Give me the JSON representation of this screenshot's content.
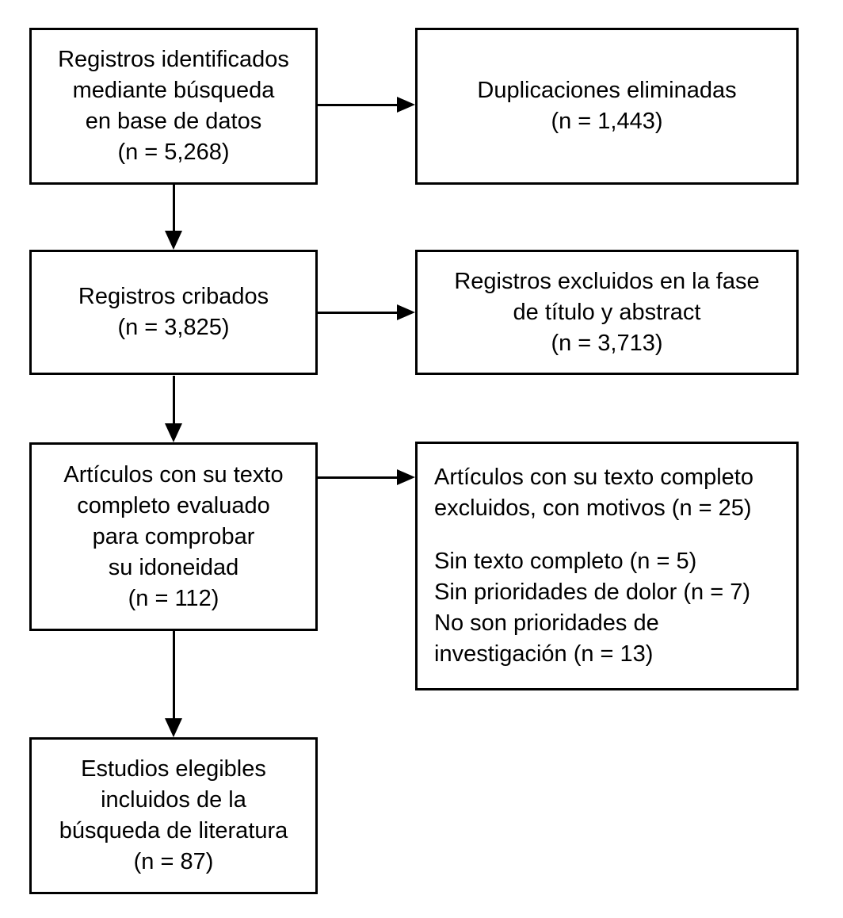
{
  "flow": {
    "boxes": {
      "identified": {
        "lines": [
          "Registros identificados",
          "mediante búsqueda",
          "en base de datos",
          "(n = 5,268)"
        ]
      },
      "duplicates_removed": {
        "lines": [
          "Duplicaciones eliminadas",
          "(n = 1,443)"
        ]
      },
      "screened": {
        "lines": [
          "Registros cribados",
          "(n = 3,825)"
        ]
      },
      "excluded_title_abstract": {
        "lines": [
          "Registros excluidos en la fase",
          "de título y abstract",
          "(n = 3,713)"
        ]
      },
      "fulltext_assessed": {
        "lines": [
          "Artículos con su texto",
          "completo evaluado",
          "para comprobar",
          "su idoneidad",
          "(n = 112)"
        ]
      },
      "fulltext_excluded": {
        "heading_lines": [
          "Artículos con su texto completo",
          "excluidos, con motivos (n = 25)"
        ],
        "reason_lines": [
          "Sin texto completo (n = 5)",
          "Sin prioridades de dolor (n = 7)",
          "No son prioridades de",
          "investigación (n = 13)"
        ]
      },
      "included": {
        "lines": [
          "Estudios elegibles",
          "incluidos de la",
          "búsqueda de literatura",
          "(n = 87)"
        ]
      }
    },
    "colors": {
      "border": "#000000",
      "text": "#000000",
      "background": "#ffffff"
    }
  }
}
